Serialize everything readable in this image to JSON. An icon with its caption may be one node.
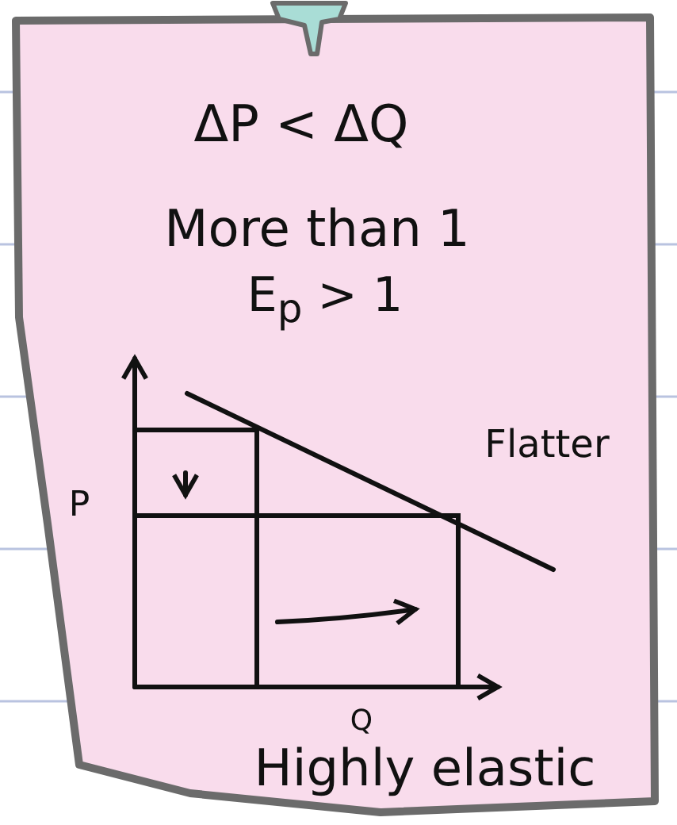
{
  "diagram": {
    "labels": [
      "ΔP < ΔQ",
      "More than 1",
      "E$_{p}$ > 1",
      "Flatter",
      "P",
      "Q",
      "Highly elastic"
    ]
  }
}
